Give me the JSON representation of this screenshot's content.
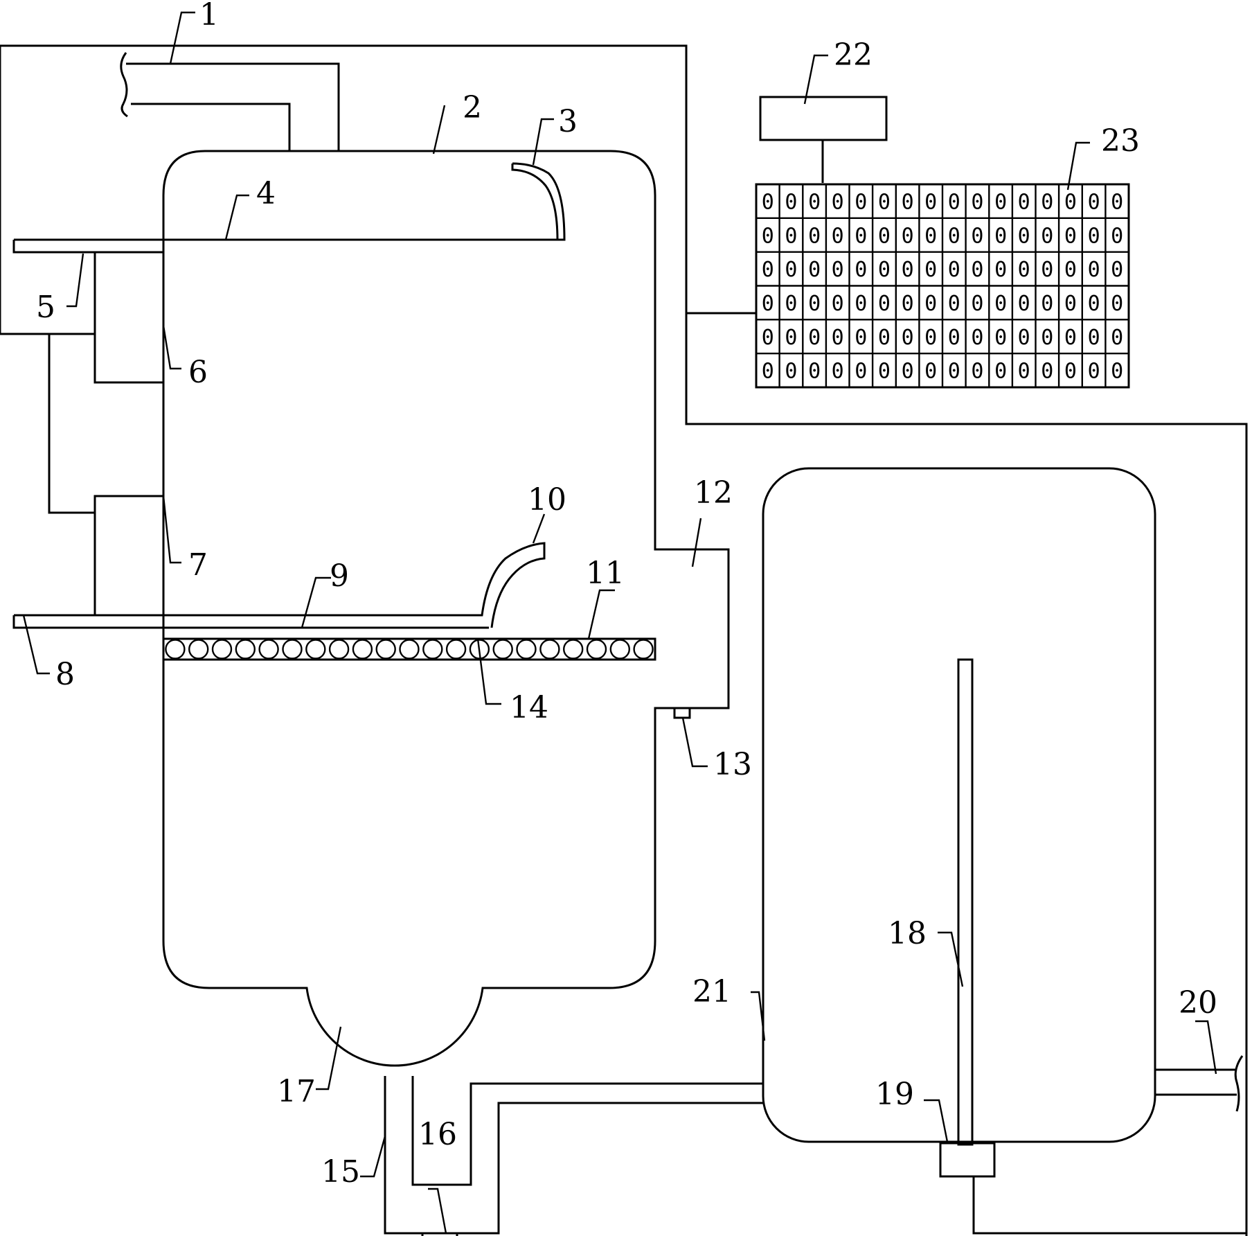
{
  "labels": {
    "l1": "1",
    "l2": "2",
    "l3": "3",
    "l4": "4",
    "l5": "5",
    "l6": "6",
    "l7": "7",
    "l8": "8",
    "l9": "9",
    "l10": "10",
    "l11": "11",
    "l12": "12",
    "l13": "13",
    "l14": "14",
    "l15": "15",
    "l16": "16",
    "l17": "17",
    "l18": "18",
    "l19": "19",
    "l20": "20",
    "l21": "21",
    "l22": "22",
    "l23": "23"
  },
  "display_panel": {
    "digit": "0",
    "rows": 6,
    "columns": 16
  }
}
